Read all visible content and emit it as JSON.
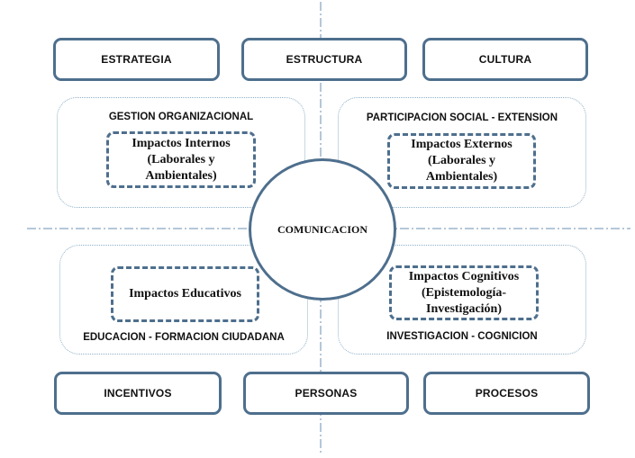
{
  "top_row": [
    "ESTRATEGIA",
    "ESTRUCTURA",
    "CULTURA"
  ],
  "bottom_row": [
    "INCENTIVOS",
    "PERSONAS",
    "PROCESOS"
  ],
  "center": "COMUNICACION",
  "quadrants": {
    "top_left": {
      "title": "GESTION ORGANIZACIONAL",
      "impact": [
        "Impactos Internos",
        "(Laborales y",
        "Ambientales)"
      ]
    },
    "top_right": {
      "title": "PARTICIPACION SOCIAL - EXTENSION",
      "impact": [
        "Impactos Externos",
        "(Laborales y",
        "Ambientales)"
      ]
    },
    "bottom_left": {
      "title": "EDUCACION - FORMACION CIUDADANA",
      "impact": [
        "Impactos Educativos"
      ]
    },
    "bottom_right": {
      "title": "INVESTIGACION - COGNICION",
      "impact": [
        "Impactos Cognitivos",
        "(Epistemología-",
        "Investigación)"
      ]
    }
  },
  "colors": {
    "box_border": "#4e6f8d",
    "axis_line": "#6a8fb3",
    "quadrant_border": "#8fb0c8"
  }
}
